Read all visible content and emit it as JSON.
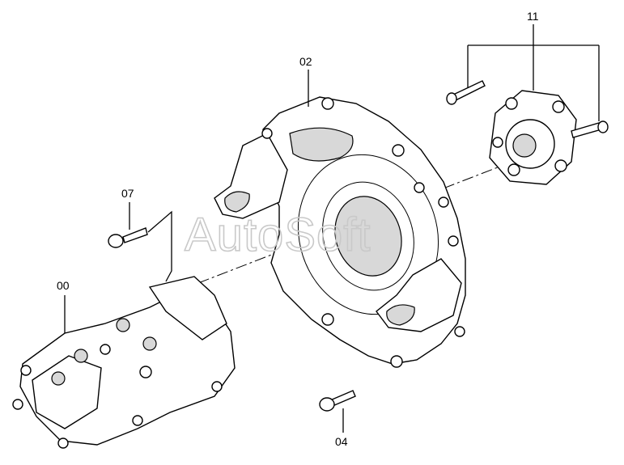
{
  "watermark": "AutoSoft",
  "callouts": {
    "p00": "00",
    "p02": "02",
    "p04": "04",
    "p07": "07",
    "p11": "11"
  },
  "colors": {
    "line": "#000000",
    "shade": "#d8d8d8",
    "watermark": "#c9c9c9",
    "background": "#ffffff"
  }
}
